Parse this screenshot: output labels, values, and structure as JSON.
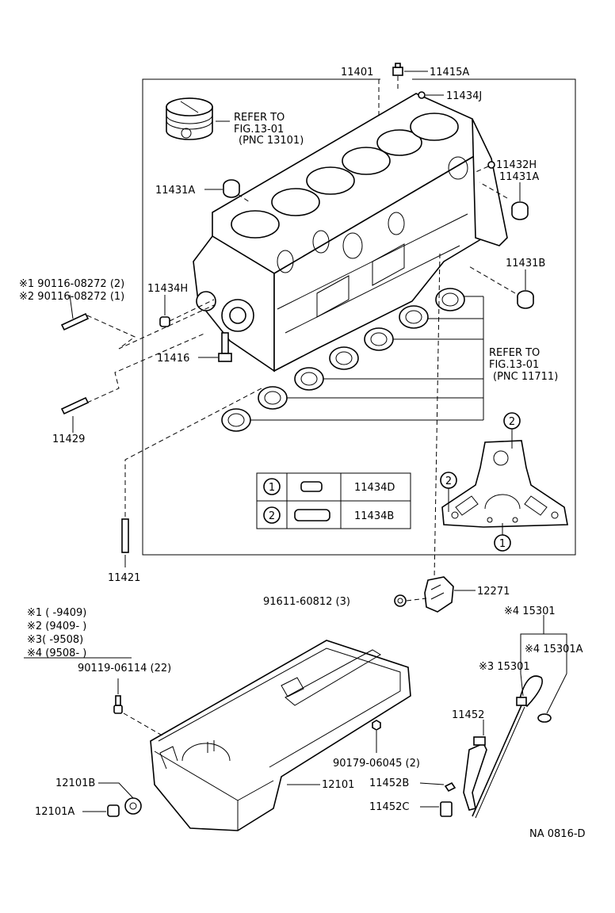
{
  "refer_block": {
    "line1": "REFER TO",
    "line2": "FIG.13-01",
    "line3": "(PNC 13101)"
  },
  "refer_bearing": {
    "line1": "REFER TO",
    "line2": "FIG.13-01",
    "line3": "(PNC 11711)"
  },
  "parts": {
    "p11401": "11401",
    "p11415A": "11415A",
    "p11434J": "11434J",
    "p11432H": "11432H",
    "p11431A_r": "11431A",
    "p11431A_l": "11431A",
    "p11431B": "11431B",
    "p11434H": "11434H",
    "p11416": "11416",
    "p11429": "11429",
    "p11421": "11421",
    "stud1": "※1 90116-08272 (2)",
    "stud2": "※2 90116-08272 (1)",
    "p91611": "91611-60812 (3)",
    "p12271": "12271",
    "p15301_4": "※4 15301",
    "p15301A_4": "※4 15301A",
    "p15301_3": "※3 15301",
    "p11452": "11452",
    "p11452B": "11452B",
    "p11452C": "11452C",
    "p90179": "90179-06045 (2)",
    "p12101": "12101",
    "p12101B": "12101B",
    "p12101A": "12101A",
    "p90119": "90119-06114 (22)"
  },
  "codes": {
    "c1": "※1 (        -9409)",
    "c2": "※2 (9409-        )",
    "c3": "※3(        -9508)",
    "c4": "※4 (9508-        )"
  },
  "pin_table": [
    {
      "index": "1",
      "part": "11434D"
    },
    {
      "index": "2",
      "part": "11434B"
    }
  ],
  "callouts": {
    "c1": "1",
    "c2a": "2",
    "c2b": "2"
  },
  "footer": {
    "code": "NA 0816-D"
  }
}
